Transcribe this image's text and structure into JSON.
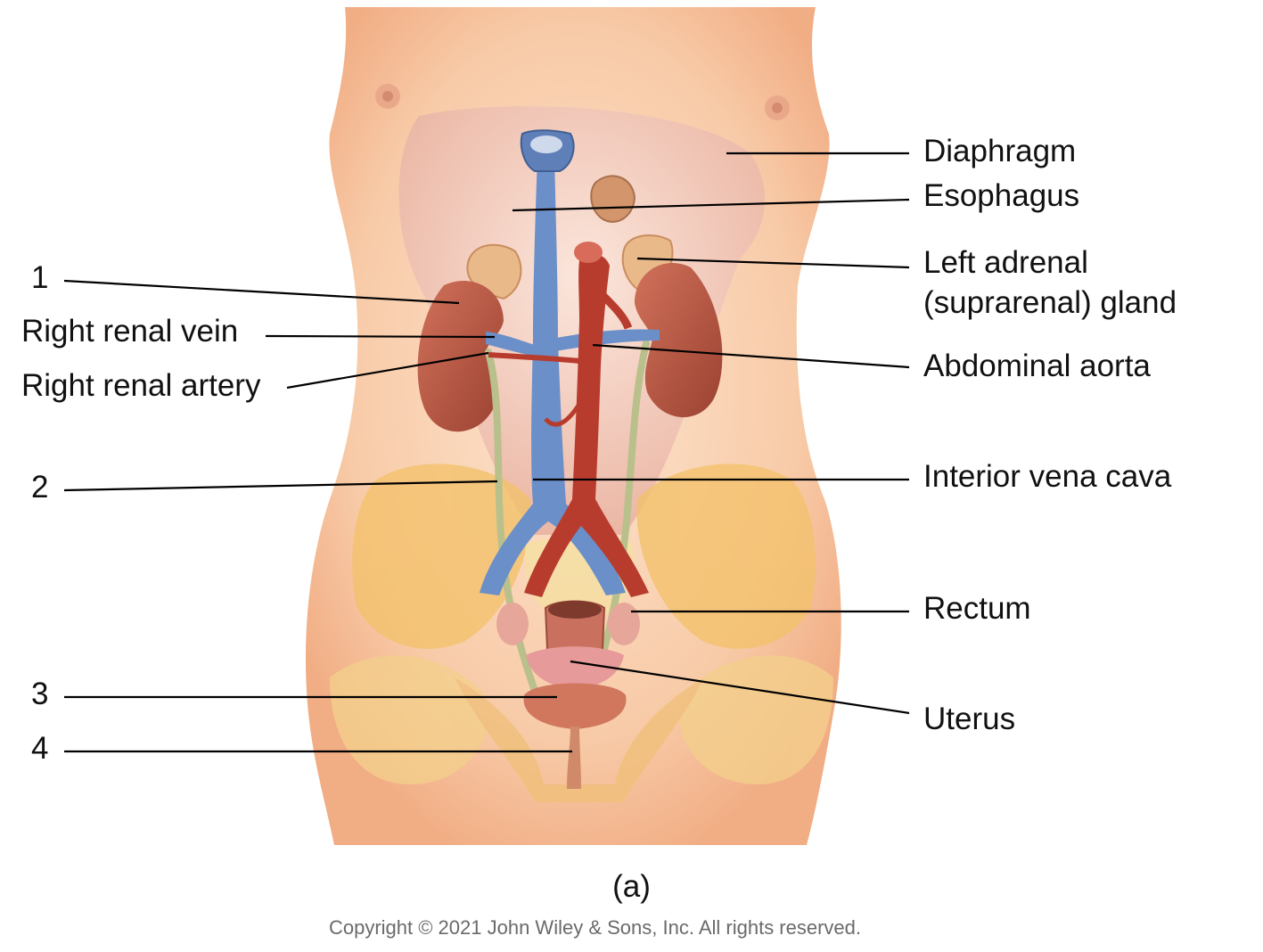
{
  "labels": {
    "diaphragm": "Diaphragm",
    "esophagus": "Esophagus",
    "left_adrenal_line1": "Left adrenal",
    "left_adrenal_line2": "(suprarenal) gland",
    "abdominal_aorta": "Abdominal aorta",
    "interior_vena_cava": "Interior vena cava",
    "rectum": "Rectum",
    "uterus": "Uterus",
    "num_1": "1",
    "right_renal_vein": "Right renal vein",
    "right_renal_artery": "Right renal artery",
    "num_2": "2",
    "num_3": "3",
    "num_4": "4"
  },
  "caption": "(a)",
  "copyright": "Copyright © 2021 John Wiley & Sons, Inc. All rights reserved.",
  "colors": {
    "skin": "#f7c9a6",
    "kidney": "#b5543e",
    "vein": "#6a8fc9",
    "artery": "#b83c2e",
    "pelvis": "#f2c87a",
    "adrenal": "#e7b88a",
    "ureter": "#b9c08c"
  }
}
